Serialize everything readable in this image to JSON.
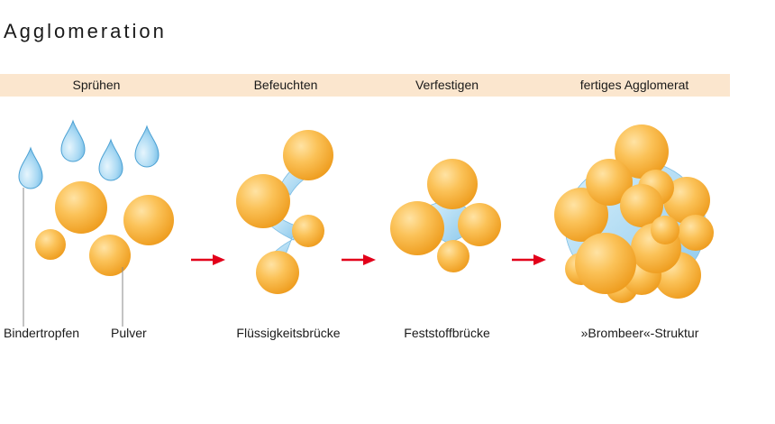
{
  "title": "Agglomeration",
  "stages": [
    {
      "label": "Sprühen"
    },
    {
      "label": "Befeuchten"
    },
    {
      "label": "Verfestigen"
    },
    {
      "label": "fertiges Agglomerat"
    }
  ],
  "captions": {
    "binder_drops": "Bindertropfen",
    "powder": "Pulver",
    "liquid_bridge": "Flüssigkeitsbrücke",
    "solid_bridge": "Feststoffbrücke",
    "blackberry": "»Brombeer«-Struktur"
  },
  "colors": {
    "band": "#fbe6ce",
    "particle": "#f6ad2e",
    "particle_light": "#ffd98c",
    "drop": "#8cc8ec",
    "bridge": "#a9d7f0",
    "arrow": "#e2001a"
  }
}
